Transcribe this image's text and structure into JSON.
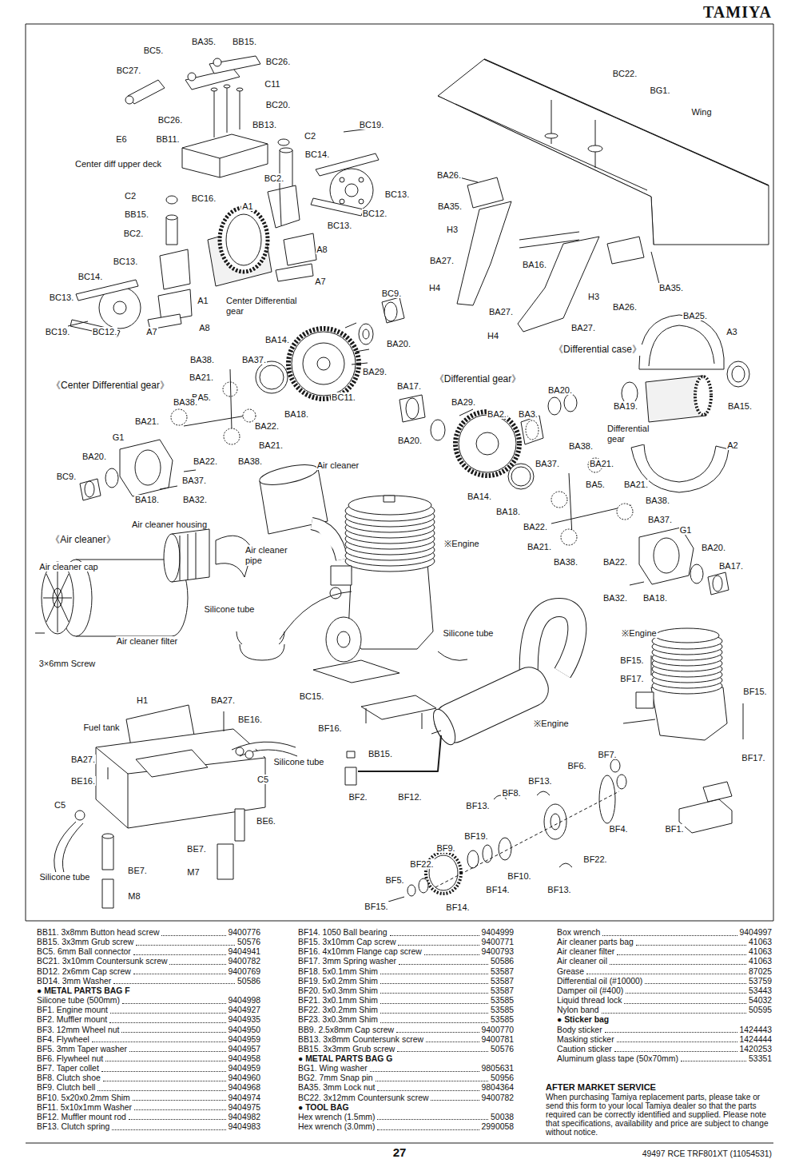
{
  "diagram": {
    "title": "TAMIYA",
    "labels": [
      "BA35.",
      "BB15.",
      "BC5.",
      "BC26.",
      "BC27.",
      "C11",
      "BC20.",
      "BC26.",
      "BB13.",
      "E6",
      "BB11.",
      "C2",
      "BC19.",
      "BC14.",
      "Center diff upper deck",
      "BC2.",
      "BC13.",
      "C2",
      "BC16.",
      "A1",
      "BC12.",
      "BB15.",
      "BC13.",
      "BC2.",
      "A8",
      "BC13.",
      "BC14.",
      "A7",
      "BC13.",
      "A1",
      "Center Differential gear",
      "A8",
      "BC19.",
      "BC12.",
      "A7",
      "BC22.",
      "BG1.",
      "Wing",
      "BA26.",
      "BA35.",
      "H3",
      "BA27.",
      "BA16.",
      "H4",
      "H3",
      "BA35.",
      "BA26.",
      "BA27.",
      "BA25.",
      "BA27.",
      "H4",
      "A3",
      "《Differential case》",
      "BA19.",
      "BA15.",
      "Differential gear",
      "A2",
      "BC9.",
      "BA14.",
      "BA20.",
      "BA38.",
      "BA37.",
      "BA29.",
      "BA21.",
      "《Center Differential gear》",
      "BA5.",
      "BC11.",
      "BA38.",
      "BA18.",
      "BA21.",
      "BA22.",
      "G1",
      "BA21.",
      "BA20.",
      "BA22.",
      "BA38.",
      "BC9.",
      "BA37.",
      "BA18.",
      "BA32.",
      "《Differential gear》",
      "BA17.",
      "BA20.",
      "BA29.",
      "BA2.",
      "BA3.",
      "BA20.",
      "BA38.",
      "BA37.",
      "BA21.",
      "BA5.",
      "BA21.",
      "BA14.",
      "BA38.",
      "BA18.",
      "BA37.",
      "BA22.",
      "G1",
      "BA21.",
      "BA20.",
      "BA38.",
      "BA22.",
      "BA17.",
      "BA32.",
      "BA18.",
      "Air cleaner",
      "Air cleaner housing",
      "《Air cleaner》",
      "※Engine",
      "Air cleaner pipe",
      "Air cleaner cap",
      "Silicone tube",
      "Silicone tube",
      "※Engine",
      "Air cleaner filter",
      "BF15.",
      "3×6mm Screw",
      "BF17.",
      "BF15.",
      "BC15.",
      "※Engine",
      "BF16.",
      "BF17.",
      "H1",
      "BA27.",
      "BE16.",
      "Fuel tank",
      "BB15.",
      "BF7.",
      "BA27.",
      "Silicone tube",
      "BF6.",
      "C5",
      "BE16.",
      "BF13.",
      "BF8.",
      "BF2.",
      "BF12.",
      "C5",
      "BF13.",
      "BE6.",
      "BF4.",
      "BF1.",
      "BF19.",
      "BF9.",
      "BE7.",
      "BF22.",
      "BF22.",
      "BE7.",
      "M7",
      "BF10.",
      "Silicone tube",
      "BF5.",
      "BF13.",
      "BF14.",
      "M8",
      "BF15.",
      "BF14.",
      "BB11. 3x8mm Button head screw",
      "9400776",
      "BB15. 3x3mm Grub screw",
      "50576",
      "BC5. 6mm Ball connector",
      "9404941",
      "BC21. 3x10mm Countersunk screw",
      "9400782",
      "BD12. 2x6mm Cap screw",
      "9400769",
      "BD14. 3mm Washer",
      "50586",
      "● METAL PARTS BAG F",
      "Silicone tube (500mm)",
      "9404998",
      "BF1. Engine mount",
      "9404927",
      "BF2. Muffler mount",
      "9404935",
      "BF3. 12mm Wheel nut",
      "9404950",
      "BF4. Flywheel",
      "9404959",
      "BF5. 3mm Taper washer",
      "9404957",
      "BF6. Flywheel nut",
      "9404958",
      "BF7. Taper collet",
      "9404959",
      "BF8. Clutch shoe",
      "9404960",
      "BF9. Clutch bell",
      "9404968",
      "BF10. 5x20x0.2mm Shim",
      "9404974",
      "BF11. 5x10x1mm Washer",
      "9404975",
      "BF12. Muffler mount rod",
      "9404982",
      "BF13. Clutch spring",
      "9404983",
      "BF14. 1050 Ball bearing",
      "9404999",
      "BF15. 3x10mm Cap screw",
      "9400771",
      "BF16. 4x10mm Flange cap screw",
      "9400793",
      "BF17. 3mm Spring washer",
      "50586",
      "BF18. 5x0.1mm Shim",
      "53587",
      "BF19. 5x0.2mm Shim",
      "53587",
      "BF20. 5x0.3mm Shim",
      "53587",
      "BF21. 3x0.1mm Shim",
      "53585",
      "BF22. 3x0.2mm Shim",
      "53585",
      "BF23. 3x0.3mm Shim",
      "53585",
      "BB9. 2.5x8mm Cap screw",
      "9400770",
      "BB13. 3x8mm Countersunk screw",
      "9400781",
      "BB15. 3x3mm Grub screw",
      "50576",
      "● METAL PARTS BAG G",
      "BG1. Wing washer",
      "9805631",
      "BG2. 7mm Snap pin",
      "50956",
      "BA35. 3mm Lock nut",
      "9804364",
      "BC22. 3x12mm Countersunk screw",
      "9400782",
      "● TOOL BAG",
      "Hex wrench (1.5mm)",
      "50038",
      "Hex wrench (3.0mm)",
      "2990058",
      "Box wrench",
      "9404997",
      "Air cleaner parts bag",
      "41063",
      "Air cleaner filter",
      "41063",
      "Air cleaner oil",
      "41063",
      "Grease",
      "87025",
      "Differential oil (#10000)",
      "53759",
      "Damper oil (#400)",
      "53443",
      "Liquid thread lock",
      "54032",
      "Nylon band",
      "50595",
      "● Sticker bag",
      "Body sticker",
      "1424443",
      "Masking sticker",
      "1424444",
      "Caution sticker",
      "1420253",
      "Aluminum glass tape (50x70mm)",
      "53351",
      "AFTER MARKET SERVICE",
      "When purchasing Tamiya replacement parts, please take or send this form to your local Tamiya dealer so that the parts required can be correctly identified and supplied. Please note that specifications, availability and price are subject to change without notice.",
      "27",
      "49497 RCE TRF801XT (11054531)"
    ]
  }
}
